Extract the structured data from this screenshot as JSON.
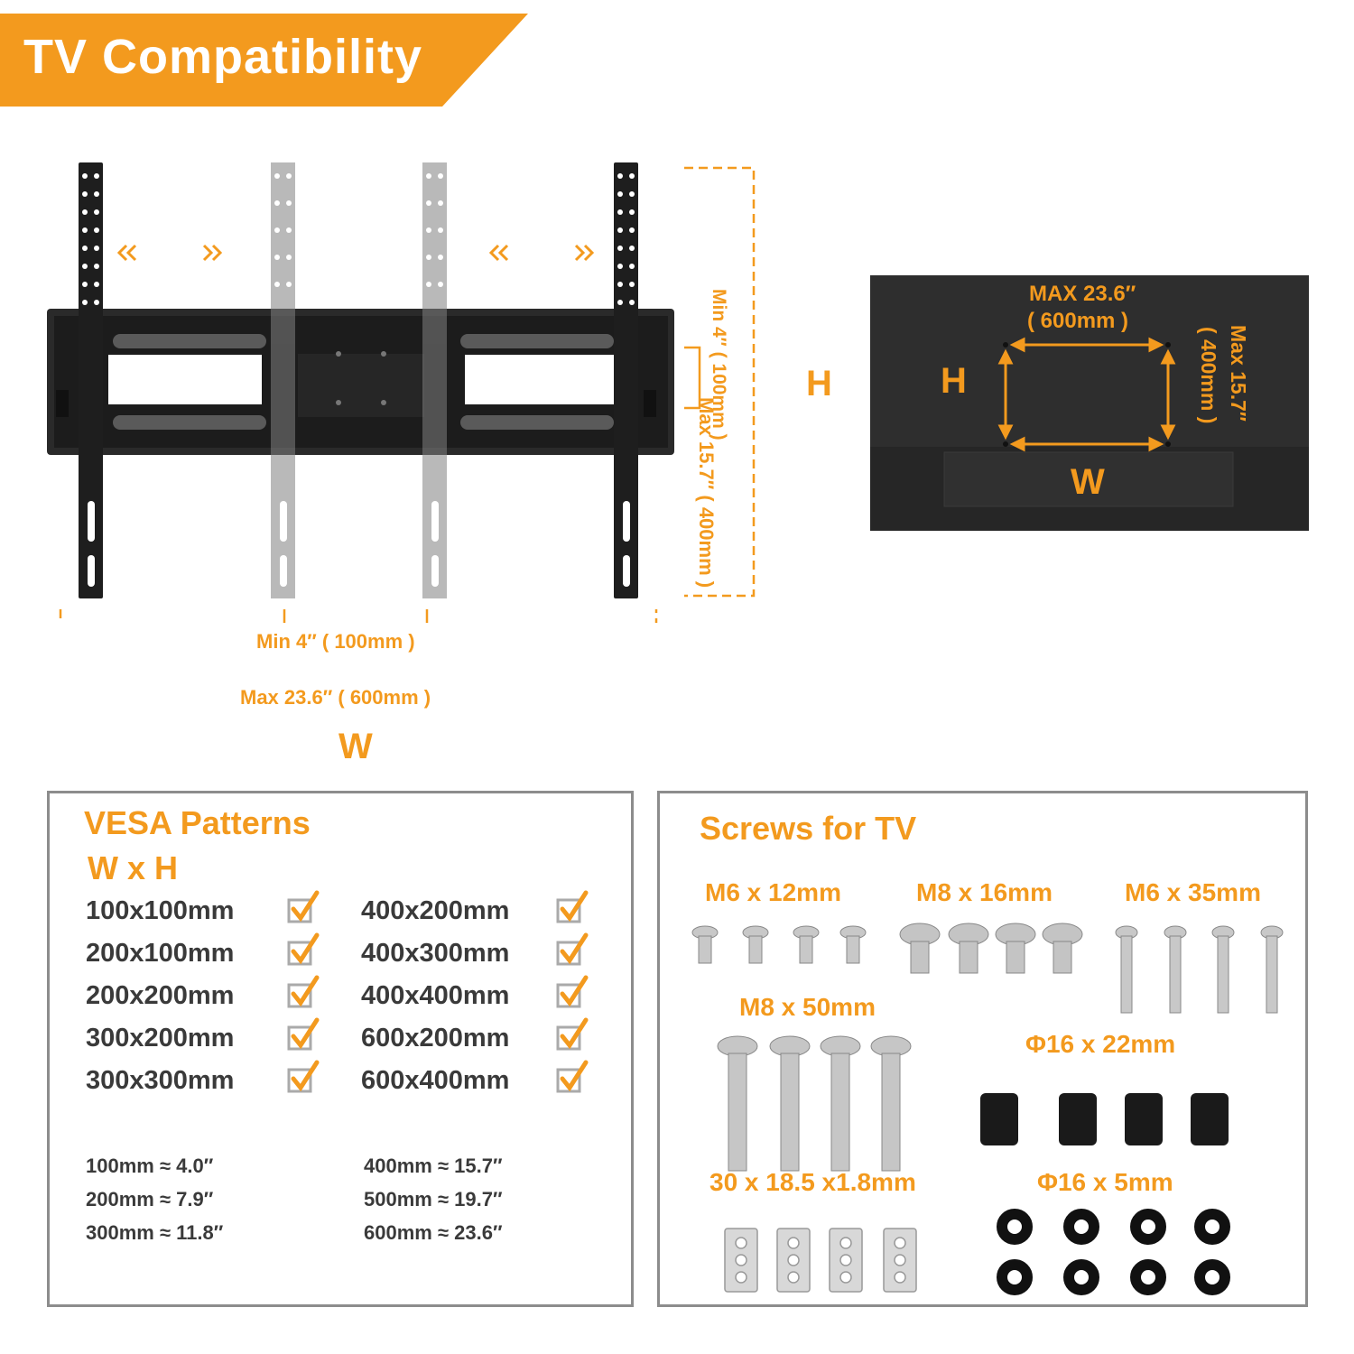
{
  "banner": {
    "title": "TV  Compatibility"
  },
  "mount_diagram": {
    "min_height_label": "Min  4″ ( 100mm )",
    "max_height_label": "Max  15.7″ ( 400mm )",
    "min_width_label": "Min  4″ ( 100mm )",
    "max_width_label": "Max  23.6″ ( 600mm )",
    "h_letter": "H",
    "w_letter": "W"
  },
  "tv_back": {
    "max_width_label": "MAX  23.6″",
    "max_width_mm": "( 600mm )",
    "max_height_label": "Max  15.7″",
    "max_height_mm": "( 400mm )",
    "h_letter": "H",
    "w_letter": "W"
  },
  "vesa": {
    "title": "VESA Patterns",
    "subtitle": "W x H",
    "left": [
      "100x100mm",
      "200x100mm",
      "200x200mm",
      "300x200mm",
      "300x300mm"
    ],
    "right": [
      "400x200mm",
      "400x300mm",
      "400x400mm",
      "600x200mm",
      "600x400mm"
    ],
    "conv_left": [
      "100mm ≈   4.0″",
      "200mm ≈   7.9″",
      "300mm ≈ 11.8″"
    ],
    "conv_right": [
      "400mm ≈ 15.7″",
      "500mm ≈ 19.7″",
      "600mm ≈ 23.6″"
    ]
  },
  "screws": {
    "title": "Screws for TV",
    "m6x12": "M6 x 12mm",
    "m8x16": "M8 x 16mm",
    "m6x35": "M6 x 35mm",
    "m8x50": "M8 x 50mm",
    "spacer": "Φ16 x 22mm",
    "plate": "30 x 18.5 x1.8mm",
    "washer": "Φ16 x 5mm"
  },
  "colors": {
    "accent": "#f39a1e",
    "text": "#3a3a3a",
    "border": "#8c8c8c"
  }
}
